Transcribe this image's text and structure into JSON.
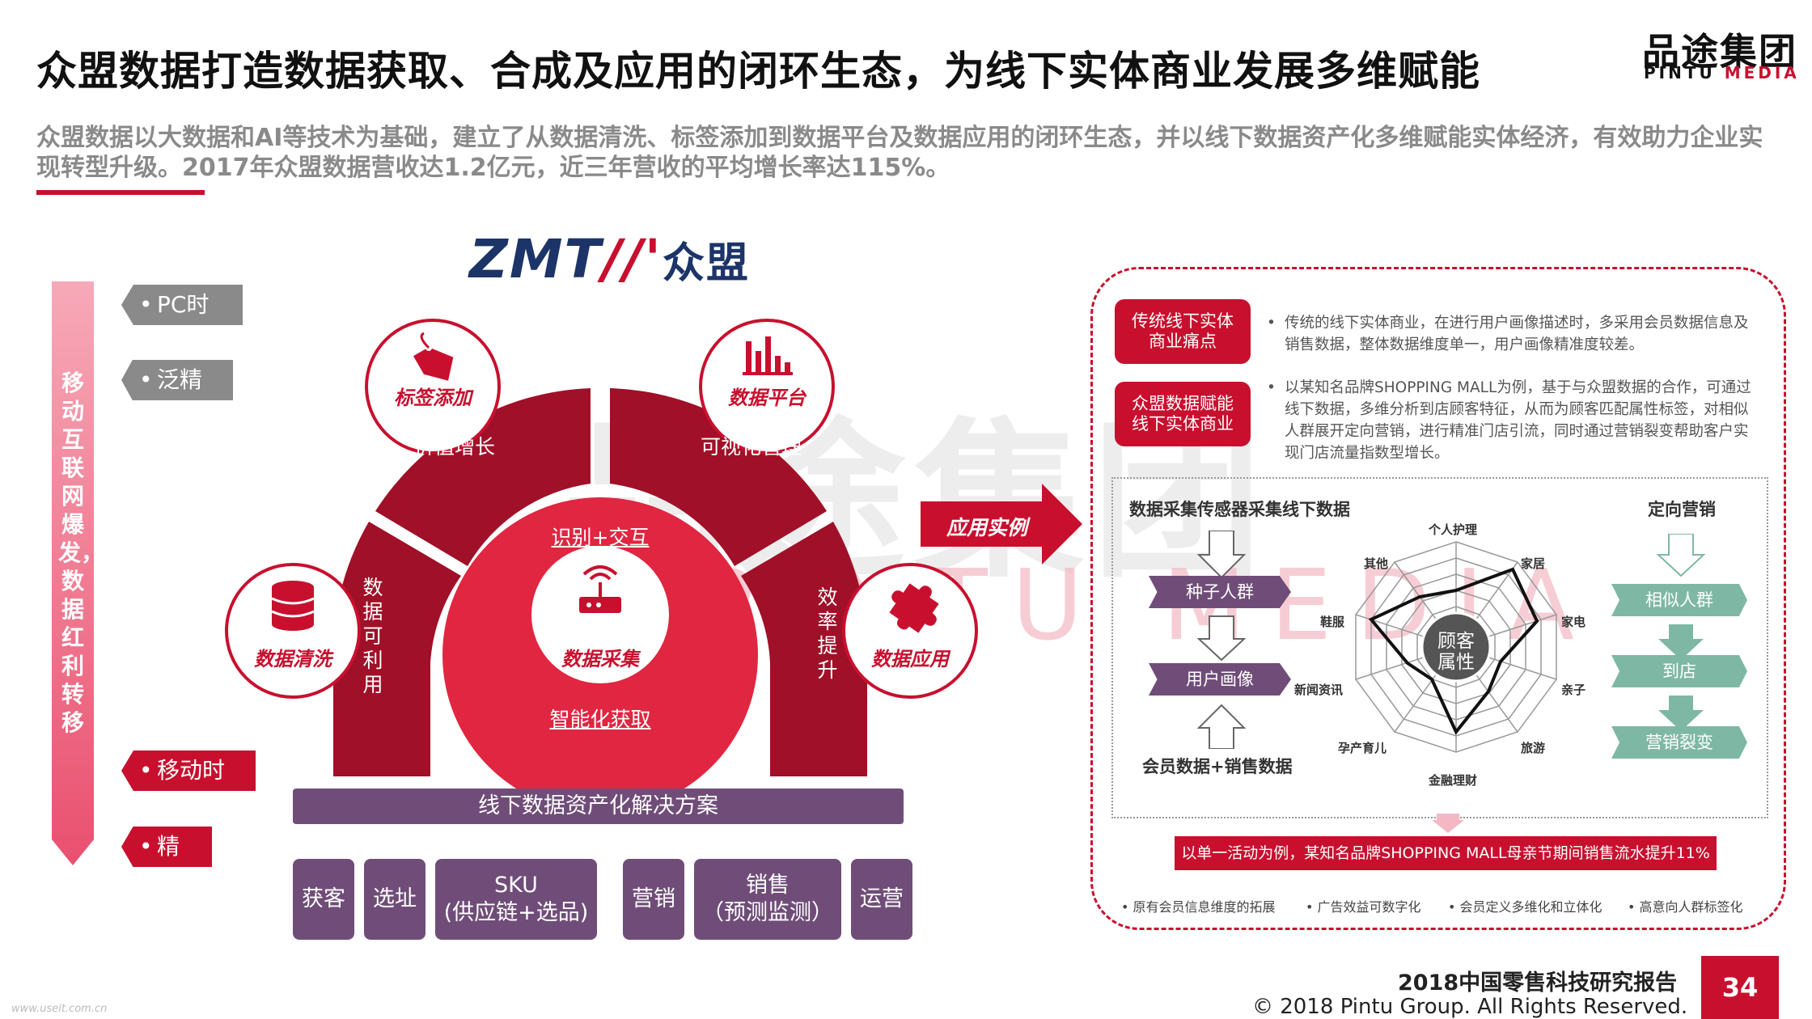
{
  "header": {
    "title": "众盟数据打造数据获取、合成及应用的闭环生态，为线下实体商业发展多维赋能",
    "subtitle": "众盟数据以大数据和AI等技术为基础，建立了从数据清洗、标签添加到数据平台及数据应用的闭环生态，并以线下数据资产化多维赋能实体经济，有效助力企业实现转型升级。2017年众盟数据营收达1.2亿元，近三年营收的平均增长率达115%。",
    "logo_cn": "品途集团",
    "logo_en_a": "PINTU",
    "logo_en_b": "MEDIA"
  },
  "watermark": {
    "cn": "品途集团",
    "en": "PINTU MEDIA"
  },
  "timeline": {
    "vertical_text": "移动互联网爆发，数据红利转移",
    "tags": [
      "PC时代",
      "泛精准",
      "移动时代",
      "精准"
    ]
  },
  "center": {
    "brand_latin": "ZMT",
    "brand_mark": "//'",
    "brand_cn": "众盟",
    "nodes": {
      "tag_add": "标签添加",
      "data_platform": "数据平台",
      "data_clean": "数据清洗",
      "data_apply": "数据应用",
      "data_collect": "数据采集"
    },
    "sector_texts": {
      "value_growth": "价值增长",
      "visual_mgmt": "可视化管理",
      "data_usable": "数据可利用",
      "efficiency_up": "效率提升"
    },
    "core": {
      "top": "识别+交互",
      "bottom": "智能化获取"
    },
    "solution_bar": "线下数据资产化解决方案",
    "solutions": [
      "获客",
      "选址",
      "SKU",
      "(供应链+选品)",
      "营销",
      "销售",
      "（预测监测）",
      "运营"
    ]
  },
  "application_arrow": "应用实例",
  "right_panel": {
    "tag1": "传统线下实体商业痛点",
    "tag1_lines": [
      "传统线下实体",
      "商业痛点"
    ],
    "desc1": "传统的线下实体商业，在进行用户画像描述时，多采用会员数据信息及销售数据，整体数据维度单一，用户画像精准度较差。",
    "tag2_lines": [
      "众盟数据赋能",
      "线下实体商业"
    ],
    "desc2": "以某知名品牌SHOPPING MALL为例，基于与众盟数据的合作，可通过线下数据，多维分析到店顾客特征，从而为顾客匹配属性标签，对相似人群展开定向营销，进行精准门店引流，同时通过营销裂变帮助客户实现门店流量指数型增长。",
    "left_title": "数据采集传感器采集线下数据",
    "left_banners": [
      "种子人群",
      "用户画像"
    ],
    "left_bottom": "会员数据+销售数据",
    "right_title": "定向营销",
    "right_banners": [
      "相似人群",
      "到店",
      "营销裂变"
    ],
    "radar_center": [
      "顾客",
      "属性"
    ],
    "radar_axes": [
      "个人护理",
      "家居",
      "家电",
      "亲子",
      "旅游",
      "金融理财",
      "孕产育儿",
      "新闻资讯",
      "鞋服",
      "其他"
    ],
    "result": "以单一活动为例，某知名品牌SHOPPING MALL母亲节期间销售流水提升11%",
    "bottom_bullets": [
      "原有会员信息维度的拓展",
      "广告效益可数字化",
      "会员定义多维化和立体化",
      "高意向人群标签化"
    ]
  },
  "footer": {
    "report": "2018中国零售科技研究报告",
    "copyright": "© 2018 Pintu Group. All Rights Reserved.",
    "page": "34",
    "site": "www.useit.com.cn"
  },
  "colors": {
    "brand_red": "#c8102e",
    "dark_red": "#a01028",
    "purple": "#704d79",
    "green": "#7eb8a5",
    "navy": "#1c3468"
  }
}
